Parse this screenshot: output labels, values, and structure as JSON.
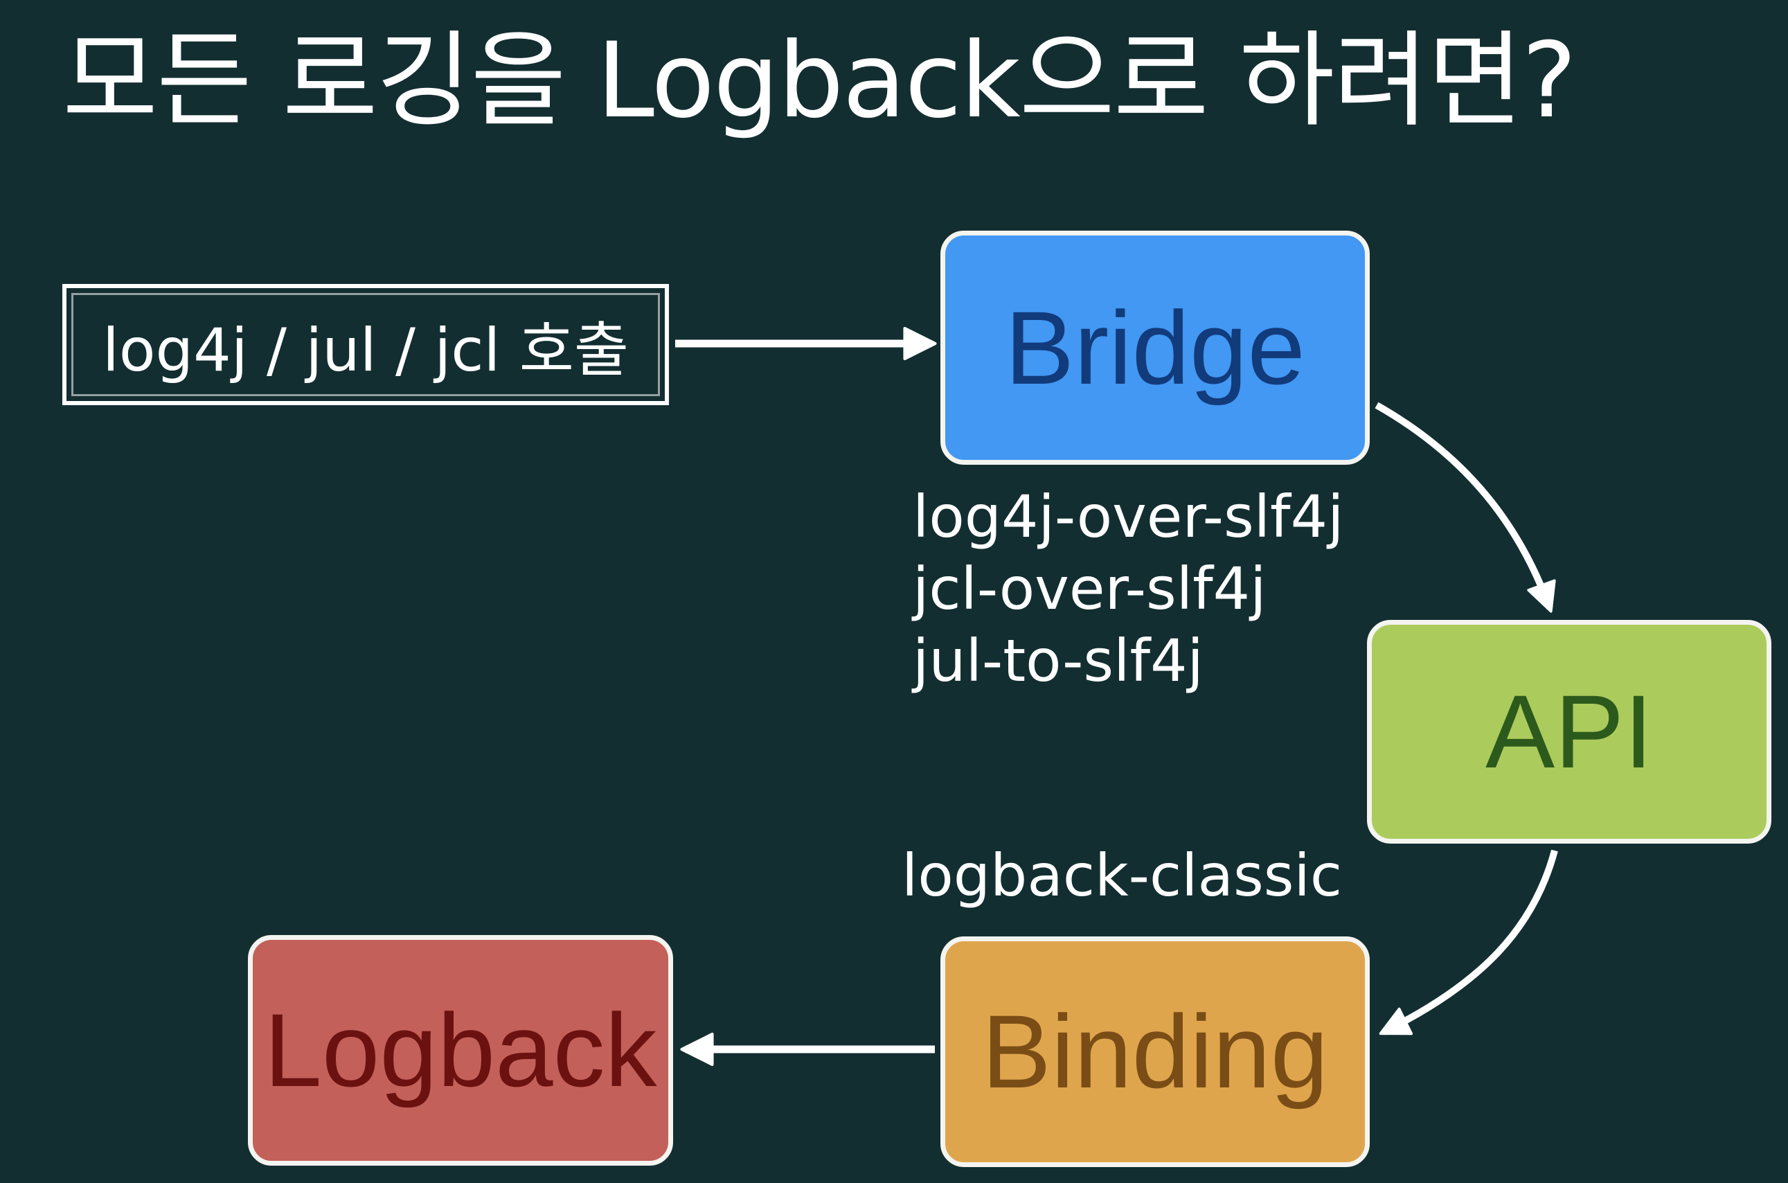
{
  "slide": {
    "title": "모든 로깅을 Logback으로 하려면?"
  },
  "diagram": {
    "source": {
      "label": "log4j / jul / jcl 호출"
    },
    "nodes": {
      "bridge": {
        "label": "Bridge",
        "color": "#4298f3",
        "text_color": "#123b7c"
      },
      "api": {
        "label": "API",
        "color": "#abcb5c",
        "text_color": "#2c5a1c"
      },
      "binding": {
        "label": "Binding",
        "color": "#dfa54d",
        "text_color": "#7a4d16"
      },
      "logback": {
        "label": "Logback",
        "color": "#c4605a",
        "text_color": "#6b1210"
      }
    },
    "bridge_libraries": [
      "log4j-over-slf4j",
      "jcl-over-slf4j",
      "jul-to-slf4j"
    ],
    "binding_library": "logback-classic",
    "edges": [
      {
        "from": "source",
        "to": "bridge"
      },
      {
        "from": "bridge",
        "to": "api"
      },
      {
        "from": "api",
        "to": "binding"
      },
      {
        "from": "binding",
        "to": "logback"
      }
    ]
  }
}
